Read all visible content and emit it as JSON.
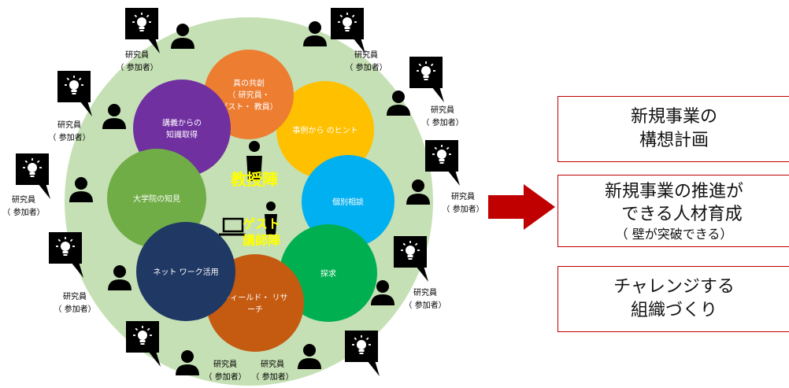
{
  "circle_labels": [
    {
      "id": "kouginokara",
      "lines": [
        "講義からの",
        "知識取得"
      ],
      "color": "#7030a0"
    },
    {
      "id": "shinnokyoso",
      "lines": [
        "真の共創",
        "（ 研究員・",
        "ゲスト・ 教員）"
      ],
      "color": "#ed7d31"
    },
    {
      "id": "jireikara",
      "lines": [
        "事例から のヒント"
      ],
      "color": "#ffc000"
    },
    {
      "id": "daigakuin",
      "lines": [
        "大学院の知見"
      ],
      "color": "#70ad47"
    },
    {
      "id": "kobetsu",
      "lines": [
        "個別相談"
      ],
      "color": "#00b0f0"
    },
    {
      "id": "network",
      "lines": [
        "ネット ワーク活用"
      ],
      "color": "#1f3864"
    },
    {
      "id": "tankyu",
      "lines": [
        "探求"
      ],
      "color": "#00b050"
    },
    {
      "id": "field",
      "lines": [
        "フィールド・ リサ",
        "ーチ"
      ],
      "color": "#c55a11"
    }
  ],
  "center": {
    "professor_label": "教授陣",
    "guest_label_1": "ゲスト",
    "guest_label_2": "講師陣",
    "label_color": "#ffff00"
  },
  "participant_label": {
    "line1": "研究員",
    "line2": "（ 参加者）"
  },
  "colors": {
    "background_circle": "#c5e0b4",
    "arrow": "#c00000",
    "box_border": "#c00000"
  },
  "outcomes": [
    {
      "lines": [
        "新規事業の",
        "構想計画"
      ],
      "note": ""
    },
    {
      "lines": [
        "新規事業の推進が",
        "できる人材育成"
      ],
      "note": "（ 壁が突破できる）"
    },
    {
      "lines": [
        "チャレンジする",
        "組織づくり"
      ],
      "note": ""
    }
  ]
}
